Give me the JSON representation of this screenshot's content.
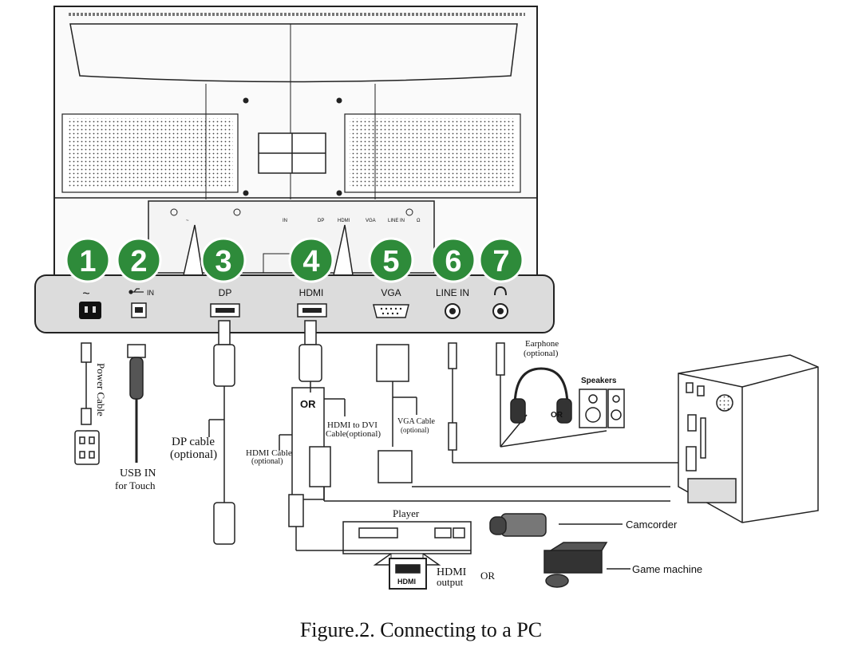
{
  "ports": [
    {
      "number": "1",
      "label": "~"
    },
    {
      "number": "2",
      "label": "IN"
    },
    {
      "number": "3",
      "label": "DP"
    },
    {
      "number": "4",
      "label": "HDMI"
    },
    {
      "number": "5",
      "label": "VGA"
    },
    {
      "number": "6",
      "label": "LINE IN"
    },
    {
      "number": "7",
      "label": ""
    }
  ],
  "rear_panel_labels": [
    "~",
    "IN",
    "DP",
    "HDMI",
    "VGA",
    "LINE IN",
    "Ω"
  ],
  "cables": {
    "power": "Power Cable",
    "usb_line1": "USB IN",
    "usb_line2": "for Touch",
    "dp_line1": "DP cable",
    "dp_line2": "(optional)",
    "hdmi_line1": "HDMI Cable",
    "hdmi_line2": "(optional)",
    "or_label": "OR",
    "hdmi_dvi_line1": "HDMI to DVI",
    "hdmi_dvi_line2": "Cable(optional)",
    "vga_line1": "VGA Cable",
    "vga_line2": "(optional)"
  },
  "devices": {
    "earphone_line1": "Earphone",
    "earphone_line2": "(optional)",
    "speakers": "Speakers",
    "audio_or": "OR",
    "player": "Player",
    "camcorder": "Camcorder",
    "game_machine": "Game machine",
    "hdmi_output_line1": "HDMI",
    "hdmi_output_line2": "output",
    "hdmi_plate": "HDMI",
    "source_or": "OR"
  },
  "caption": "Figure.2. Connecting to a PC",
  "colors": {
    "badge_green": "#2e8b3a",
    "panel_gray": "#dcdcdc",
    "line": "#222222"
  }
}
